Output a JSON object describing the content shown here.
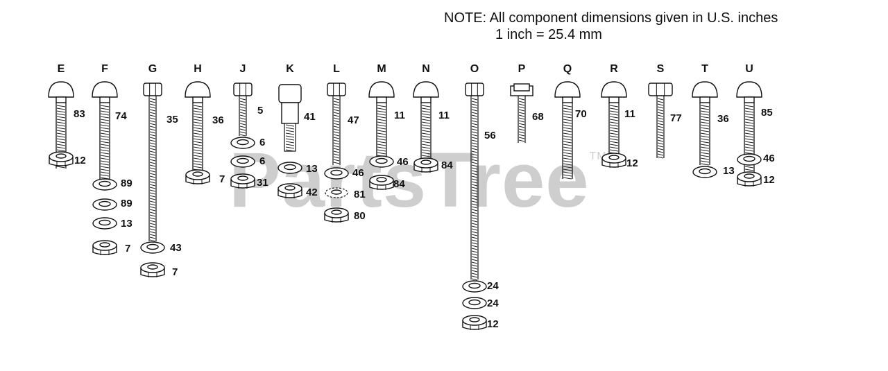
{
  "note": {
    "line1": "NOTE: All component dimensions given in U.S. inches",
    "line2": "1 inch = 25.4 mm"
  },
  "watermark": {
    "text": "PartsTree",
    "mark": "TM"
  },
  "columns": [
    {
      "letter": "E",
      "bolt": "carriage",
      "bolt_label": "83",
      "stack": [
        {
          "type": "hexnut",
          "label": "12"
        }
      ]
    },
    {
      "letter": "F",
      "bolt": "carriage",
      "bolt_label": "74",
      "stack": [
        {
          "type": "washer",
          "label": "89"
        },
        {
          "type": "washer",
          "label": "89"
        },
        {
          "type": "washer",
          "label": "13"
        },
        {
          "type": "hexnut",
          "label": "7"
        }
      ]
    },
    {
      "letter": "G",
      "bolt": "hex",
      "bolt_label": "35",
      "stack": [
        {
          "type": "washer",
          "label": "43"
        },
        {
          "type": "hexnut",
          "label": "7"
        }
      ]
    },
    {
      "letter": "H",
      "bolt": "carriage",
      "bolt_label": "36",
      "stack": [
        {
          "type": "hexnut",
          "label": "7"
        }
      ]
    },
    {
      "letter": "J",
      "bolt": "hex",
      "bolt_label": "5",
      "stack": [
        {
          "type": "washer",
          "label": "6"
        },
        {
          "type": "washer",
          "label": "6"
        },
        {
          "type": "hexnut",
          "label": "31"
        }
      ]
    },
    {
      "letter": "K",
      "bolt": "shoulder",
      "bolt_label": "41",
      "stack": [
        {
          "type": "washer",
          "label": "13"
        },
        {
          "type": "hexnut",
          "label": "42"
        }
      ]
    },
    {
      "letter": "L",
      "bolt": "hex",
      "bolt_label": "47",
      "stack": [
        {
          "type": "washer",
          "label": "46"
        },
        {
          "type": "lockwasher",
          "label": "81"
        },
        {
          "type": "hexnut",
          "label": "80"
        }
      ]
    },
    {
      "letter": "M",
      "bolt": "carriage",
      "bolt_label": "11",
      "stack": [
        {
          "type": "washer",
          "label": "46"
        },
        {
          "type": "hexnut",
          "label": "84"
        }
      ]
    },
    {
      "letter": "N",
      "bolt": "carriage",
      "bolt_label": "11",
      "stack": [
        {
          "type": "hexnut",
          "label": "84"
        }
      ]
    },
    {
      "letter": "O",
      "bolt": "hex",
      "bolt_label": "56",
      "stack": [
        {
          "type": "washer",
          "label": "24"
        },
        {
          "type": "washer",
          "label": "24"
        },
        {
          "type": "hexnut",
          "label": "12"
        }
      ]
    },
    {
      "letter": "P",
      "bolt": "flange",
      "bolt_label": "68",
      "stack": []
    },
    {
      "letter": "Q",
      "bolt": "carriage",
      "bolt_label": "70",
      "stack": []
    },
    {
      "letter": "R",
      "bolt": "carriage",
      "bolt_label": "11",
      "stack": [
        {
          "type": "hexnut",
          "label": "12"
        }
      ]
    },
    {
      "letter": "S",
      "bolt": "hex",
      "bolt_label": "77",
      "stack": []
    },
    {
      "letter": "T",
      "bolt": "carriage",
      "bolt_label": "36",
      "stack": [
        {
          "type": "washer",
          "label": "13"
        }
      ]
    },
    {
      "letter": "U",
      "bolt": "carriage",
      "bolt_label": "85",
      "stack": [
        {
          "type": "washer",
          "label": "46"
        },
        {
          "type": "hexnut",
          "label": "12"
        }
      ]
    }
  ]
}
